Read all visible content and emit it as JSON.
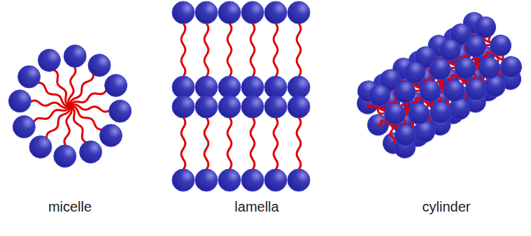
{
  "diagram": {
    "labels": [
      "micelle",
      "lamella",
      "cylinder"
    ]
  }
}
